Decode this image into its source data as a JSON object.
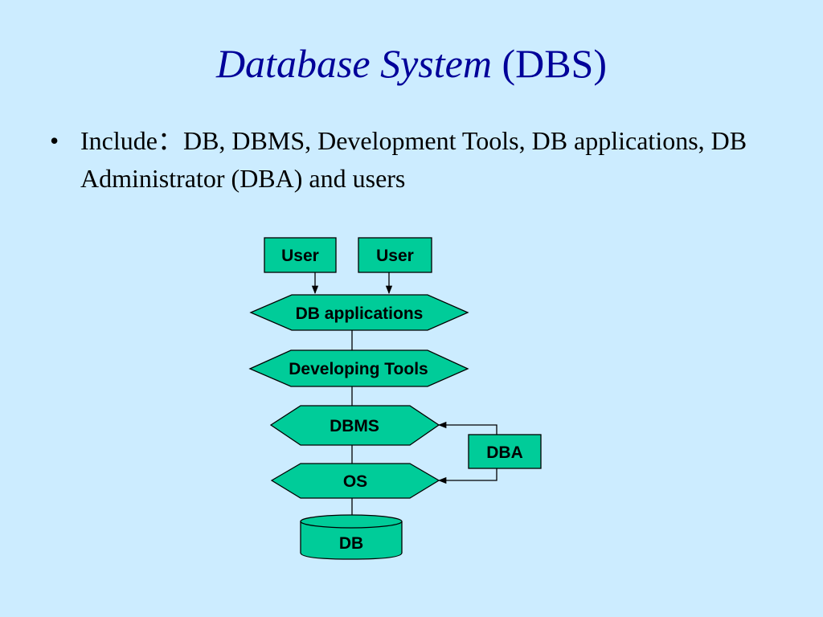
{
  "slide": {
    "title_italic": "Database System",
    "title_plain": "(DBS)",
    "bullet_symbol": "•",
    "bullet_text": "Include：DB, DBMS, Development Tools, DB applications, DB Administrator (DBA) and users"
  },
  "diagram": {
    "nodes": {
      "user_1": "User",
      "user_2": "User",
      "db_applications": "DB applications",
      "developing_tools": "Developing Tools",
      "dbms": "DBMS",
      "os": "OS",
      "dba": "DBA",
      "db": "DB"
    },
    "colors": {
      "node_fill": "#00CC99",
      "stroke": "#000000",
      "background": "#CCECFF",
      "title": "#000099"
    }
  }
}
